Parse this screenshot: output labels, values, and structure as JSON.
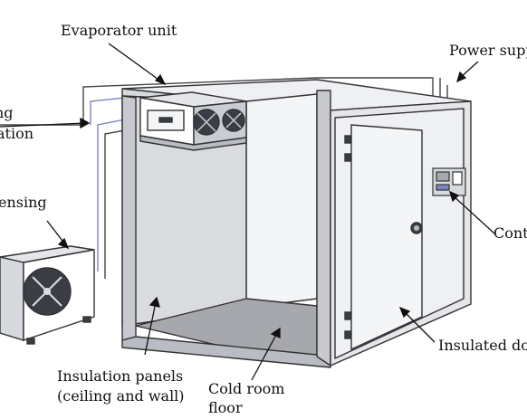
{
  "labels": {
    "evaporator": "Evaporator unit",
    "power_supply": "Power supply",
    "piping_line1": "ng",
    "piping_line2": "ation",
    "condensing": "ensing",
    "controller": "Cont",
    "insulation_line1": "Insulation panels",
    "insulation_line2": "(ceiling and wall)",
    "floor_line1": "Cold room",
    "floor_line2": "floor",
    "door": "Insulated do"
  },
  "colors": {
    "outline": "#333333",
    "panel_light": "#eef0f4",
    "panel_mid": "#d6d9de",
    "panel_dark": "#b9bcc2",
    "floor": "#a6a8ad",
    "pipe_blue": "#7f84c4",
    "evaporator_body": "#c9ccd2",
    "fan_dark": "#3a3d44"
  }
}
